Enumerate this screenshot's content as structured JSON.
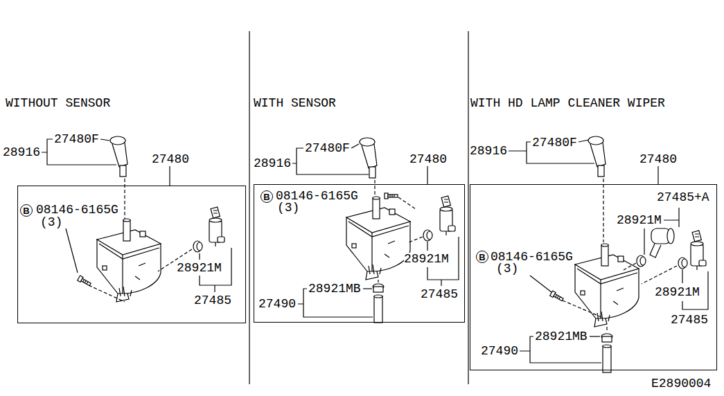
{
  "diagram": {
    "nodes": [
      {
        "text": [
          "27480"
        ]
      },
      {
        "text": [
          "B"
        ],
        "in": 0
      },
      {
        "text": [
          "27480"
        ]
      },
      {
        "text": [
          "B"
        ],
        "in": 2
      },
      {
        "text": [
          "27480"
        ]
      },
      {
        "text": [
          "B"
        ],
        "in": 4
      }
    ],
    "labels": [
      "WITHOUT SENSOR",
      "28916",
      "27480F",
      "08146-6165G",
      "(3)",
      "28921M",
      "27485",
      "WITH SENSOR",
      "28916",
      "27480F",
      "08146-6165G",
      "(3)",
      "28921M",
      "27485",
      "28921MB",
      "27490",
      "WITH HD LAMP CLEANER WIPER",
      "28916",
      "27480F",
      "27485+A",
      "28921M",
      "08146-6165G",
      "(3)",
      "28921M",
      "27485",
      "28921MB",
      "27490",
      "E2890004"
    ]
  }
}
